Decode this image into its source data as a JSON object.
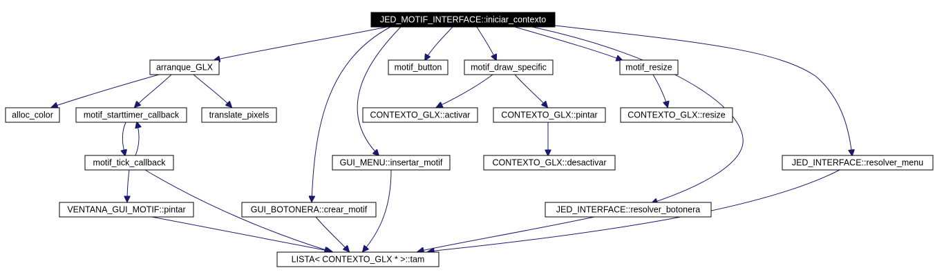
{
  "diagram": {
    "edge_color": "#191970",
    "nodes": {
      "root": "JED_MOTIF_INTERFACE::iniciar_contexto",
      "arranque": "arranque_GLX",
      "motif_button": "motif_button",
      "draw_specific": "motif_draw_specific",
      "motif_resize": "motif_resize",
      "alloc": "alloc_color",
      "starttimer": "motif_starttimer_callback",
      "translate": "translate_pixels",
      "activar": "CONTEXTO_GLX::activar",
      "pintar": "CONTEXTO_GLX::pintar",
      "resize": "CONTEXTO_GLX::resize",
      "tick": "motif_tick_callback",
      "insertar": "GUI_MENU::insertar_motif",
      "desactivar": "CONTEXTO_GLX::desactivar",
      "resolver_menu": "JED_INTERFACE::resolver_menu",
      "ventana": "VENTANA_GUI_MOTIF::pintar",
      "crear": "GUI_BOTONERA::crear_motif",
      "resolver_botonera": "JED_INTERFACE::resolver_botonera",
      "tam": "LISTA< CONTEXTO_GLX * >::tam"
    }
  }
}
